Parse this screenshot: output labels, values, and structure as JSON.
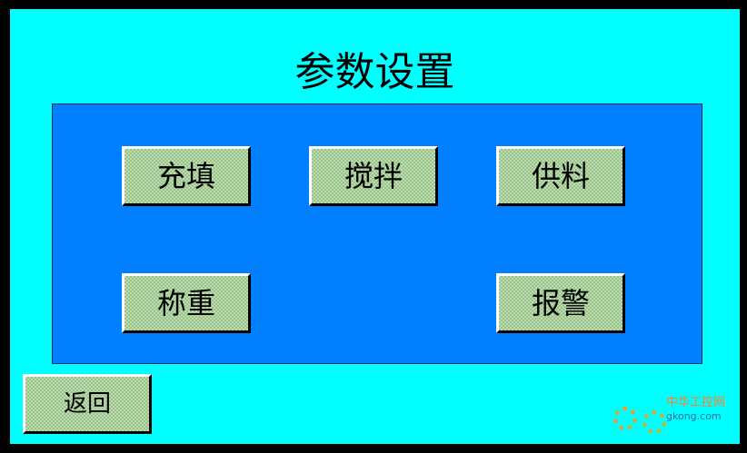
{
  "screen": {
    "title": "参数设置"
  },
  "buttons": {
    "fill_label": "充填",
    "mix_label": "搅拌",
    "supply_label": "供料",
    "weigh_label": "称重",
    "alarm_label": "报警",
    "back_label": "返回"
  },
  "watermark": {
    "site_name": "中华工控网",
    "site_url": "gkong.com"
  },
  "colors": {
    "frame": "#000000",
    "background": "#00FFFF",
    "panel": "#0080FF",
    "button_face": "#C6DF88"
  }
}
